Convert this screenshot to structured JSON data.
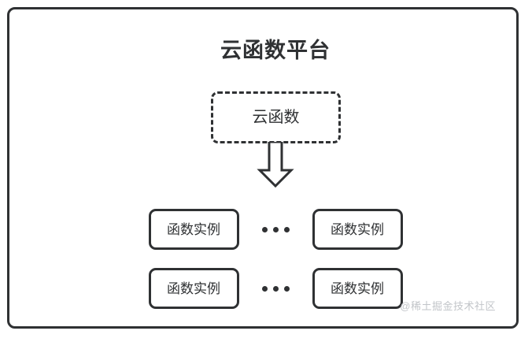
{
  "diagram": {
    "title": "云函数平台",
    "function_node": {
      "label": "云函数",
      "border_style": "dashed"
    },
    "arrow": {
      "icon": "down-block-arrow",
      "direction": "down"
    },
    "ellipsis": "···",
    "instance_rows": [
      {
        "left_instance": "函数实例",
        "separator": "···",
        "right_instance": "函数实例"
      },
      {
        "left_instance": "函数实例",
        "separator": "···",
        "right_instance": "函数实例"
      }
    ],
    "watermark": "@稀土掘金技术社区",
    "colors": {
      "stroke": "#2f3133",
      "background": "#ffffff",
      "watermark": "#c2c5c9"
    }
  }
}
